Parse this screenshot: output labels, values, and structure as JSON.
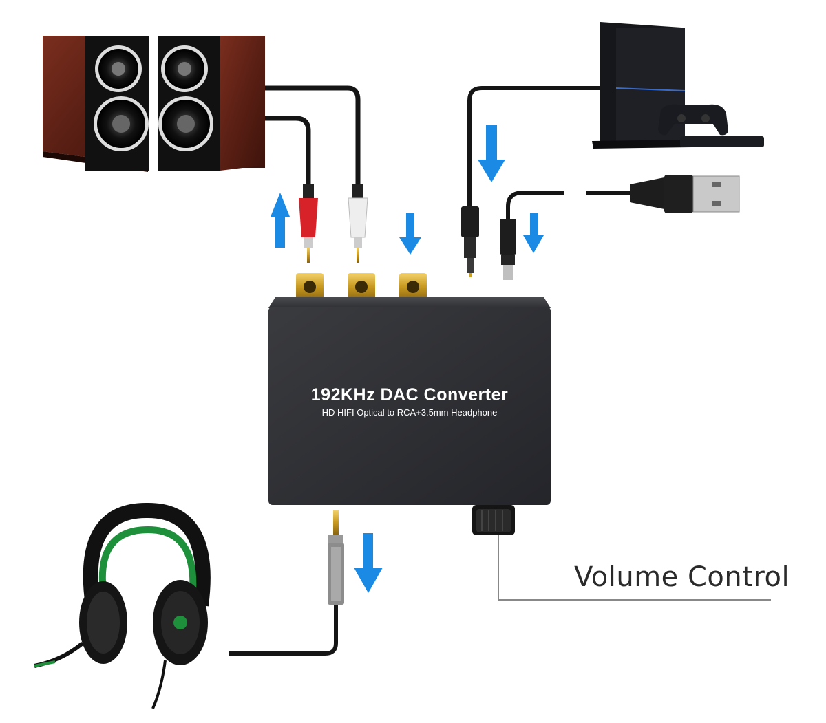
{
  "device": {
    "title": "192KHz DAC Converter",
    "subtitle": "HD HIFI Optical to RCA+3.5mm Headphone"
  },
  "callout": {
    "volume_label": "Volume Control"
  },
  "colors": {
    "arrow": "#1a8ae4",
    "device_body": "#2c2d30",
    "speaker_wood": "#5a1f14",
    "headphone_accent": "#1e8f3a",
    "gold": "#c8991f"
  },
  "icons": [
    "speaker-icon",
    "console-icon",
    "controller-icon",
    "usb-plug-icon",
    "headphones-icon",
    "rca-plug-icon",
    "optical-plug-icon",
    "micro-usb-plug-icon",
    "jack-plug-icon",
    "arrow-up-icon",
    "arrow-down-icon"
  ]
}
